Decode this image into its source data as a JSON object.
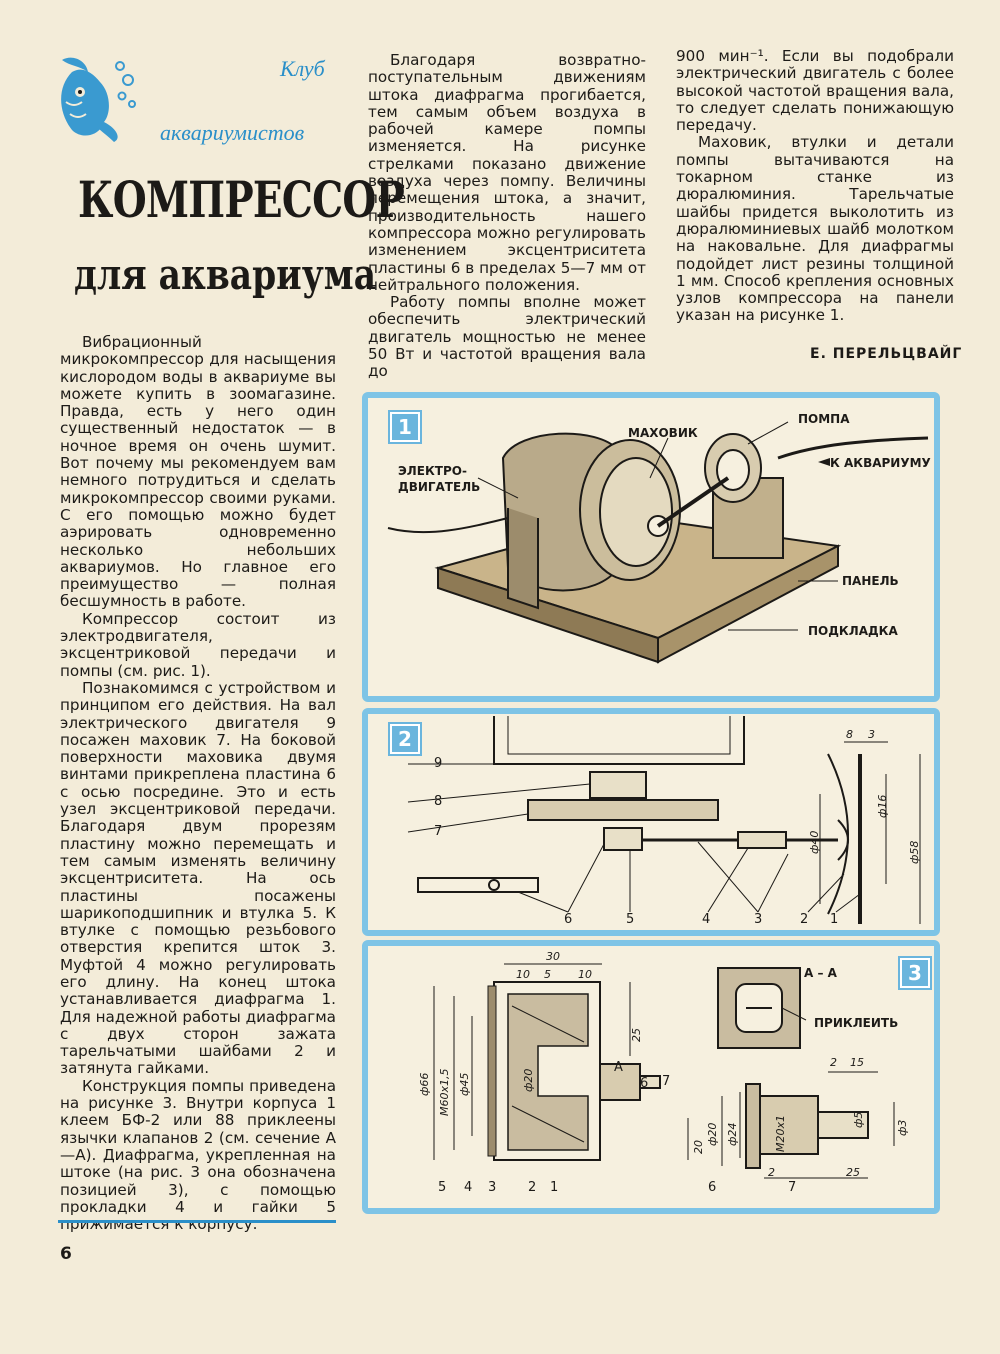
{
  "header": {
    "club_line1": "Клуб",
    "club_line2": "аквариумистов",
    "title": "КОМПРЕССОР",
    "subtitle": "для аквариума"
  },
  "columns": {
    "col1": [
      "Вибрационный микрокомпрессор для насыщения кислородом воды в аквариуме вы можете купить в зоомагазине. Правда, есть у него один существенный недостаток — в ночное время он очень шумит. Вот почему мы рекомендуем вам немного потрудиться и сделать микрокомпрессор своими руками. С его помощью можно будет аэрировать одновременно несколько небольших аквариумов. Но главное его преимущество — полная бесшумность в работе.",
      "Компрессор состоит из электродвигателя, эксцентриковой передачи и помпы (см. рис. 1).",
      "Познакомимся с устройством и принципом его действия. На вал электрического двигателя 9 посажен маховик 7. На боковой поверхности маховика двумя винтами прикреплена пластина 6 с осью посредине. Это и есть узел эксцентриковой передачи. Благодаря двум прорезям пластину можно перемещать и тем самым изменять величину эксцентриситета. На ось пластины посажены шарикоподшипник и втулка 5. К втулке с помощью резьбового отверстия крепится шток 3. Муфтой 4 можно регулировать его длину. На конец штока устанавливается диафрагма 1. Для надежной работы диафрагма с двух сторон зажата тарельчатыми шайбами 2 и затянута гайками.",
      "Конструкция помпы приведена на рисунке 3. Внутри корпуса 1 клеем БФ-2 или 88 приклеены язычки клапанов 2 (см. сечение А—А). Диафрагма, укрепленная на штоке (на рис. 3 она обозначена позицией 3), с помощью прокладки 4 и гайки 5 прижимается к корпусу."
    ],
    "col2": [
      "Благодаря возвратно-поступательным движениям штока диафрагма прогибается, тем самым объем воздуха в рабочей камере помпы изменяется. На рисунке стрелками показано движение воздуха через помпу. Величины перемещения штока, а значит, производительность нашего компрессора можно регулировать изменением эксцентриситета пластины 6 в пределах 5—7 мм от нейтрального положения.",
      "Работу помпы вполне может обеспечить электрический двигатель мощностью не менее 50 Вт и частотой вращения вала до"
    ],
    "col3": [
      "900 мин⁻¹. Если вы подобрали электрический двигатель с более высокой частотой вращения вала, то следует сделать понижающую передачу.",
      "Маховик, втулки и детали помпы вытачиваются на токарном станке из дюралюминия. Тарельчатые шайбы придется выколотить из дюралюминиевых шайб молотком на наковальне. Для диафрагмы подойдет лист резины толщиной 1 мм. Способ крепления основных узлов компрессора на панели указан на рисунке 1."
    ]
  },
  "author": "Е. ПЕРЕЛЬЦВАЙГ",
  "page_number": "6",
  "figures": {
    "fig1": {
      "number": "1",
      "labels": {
        "motor": "ЭЛЕКТРО-",
        "motor2": "ДВИГАТЕЛЬ",
        "flywheel": "МАХОВИК",
        "pump": "ПОМПА",
        "to_aquarium": "К АКВАРИУМУ",
        "panel": "ПАНЕЛЬ",
        "pad": "ПОДКЛАДКА"
      }
    },
    "fig2": {
      "number": "2",
      "parts": [
        "9",
        "8",
        "7",
        "6",
        "5",
        "4",
        "3",
        "2",
        "1"
      ],
      "dims": [
        "8",
        "3",
        "ф16",
        "ф40",
        "ф58"
      ]
    },
    "fig3": {
      "number": "3",
      "section_label": "А – А",
      "glue_label": "ПРИКЛЕИТЬ",
      "section_mark": "А",
      "parts": [
        "5",
        "4",
        "3",
        "2",
        "1",
        "6",
        "7",
        "6",
        "7"
      ],
      "dims": [
        "30",
        "10",
        "5",
        "10",
        "25",
        "ф66",
        "М60х1,5",
        "ф45",
        "ф20",
        "20",
        "2",
        "15",
        "ф5",
        "ф3",
        "ф20",
        "ф24",
        "М20х1",
        "2",
        "25"
      ]
    }
  },
  "colors": {
    "accent": "#2a8fc9",
    "frame": "#7ec4e6",
    "paper": "#f3ecd9"
  }
}
